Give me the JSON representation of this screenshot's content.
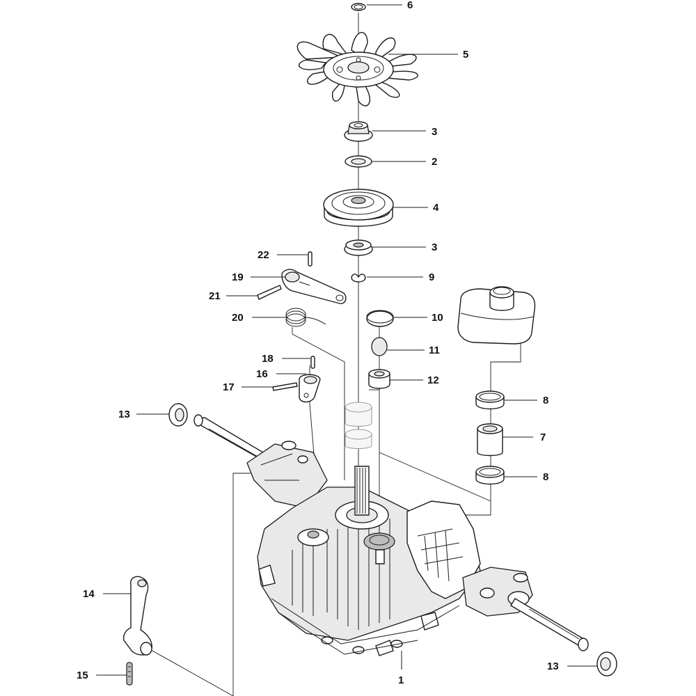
{
  "callouts": [
    {
      "id": "c6",
      "label": "6"
    },
    {
      "id": "c5",
      "label": "5"
    },
    {
      "id": "c3a",
      "label": "3"
    },
    {
      "id": "c2",
      "label": "2"
    },
    {
      "id": "c4",
      "label": "4"
    },
    {
      "id": "c3b",
      "label": "3"
    },
    {
      "id": "c22",
      "label": "22"
    },
    {
      "id": "c9",
      "label": "9"
    },
    {
      "id": "c19",
      "label": "19"
    },
    {
      "id": "c21",
      "label": "21"
    },
    {
      "id": "c10",
      "label": "10"
    },
    {
      "id": "c20",
      "label": "20"
    },
    {
      "id": "c11",
      "label": "11"
    },
    {
      "id": "c18",
      "label": "18"
    },
    {
      "id": "c16",
      "label": "16"
    },
    {
      "id": "c12",
      "label": "12"
    },
    {
      "id": "c17",
      "label": "17"
    },
    {
      "id": "c8a",
      "label": "8"
    },
    {
      "id": "c13a",
      "label": "13"
    },
    {
      "id": "c7",
      "label": "7"
    },
    {
      "id": "c8b",
      "label": "8"
    },
    {
      "id": "c14",
      "label": "14"
    },
    {
      "id": "c13b",
      "label": "13"
    },
    {
      "id": "c15",
      "label": "15"
    },
    {
      "id": "c1",
      "label": "1"
    }
  ],
  "colors": {
    "line": "#1a1a1a",
    "fill": "#ffffff",
    "shade": "#e9e9e9"
  }
}
